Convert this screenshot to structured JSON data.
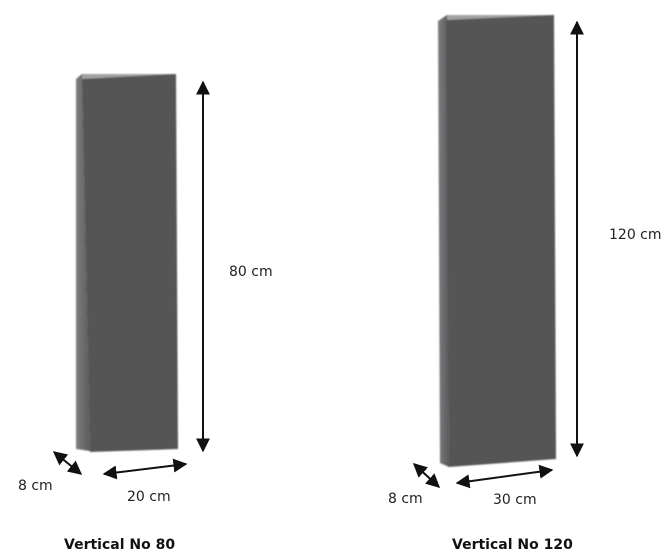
{
  "colors": {
    "panel_front": "#555557",
    "panel_side_light": "#8a8a8c",
    "panel_top": "#a0a0a2",
    "arrow": "#111111"
  },
  "products": [
    {
      "name": "Vertical No 80",
      "height_label": "80 cm",
      "width_label": "20 cm",
      "depth_label": "8 cm"
    },
    {
      "name": "Vertical No 120",
      "height_label": "120 cm",
      "width_label": "30 cm",
      "depth_label": "8 cm"
    }
  ]
}
